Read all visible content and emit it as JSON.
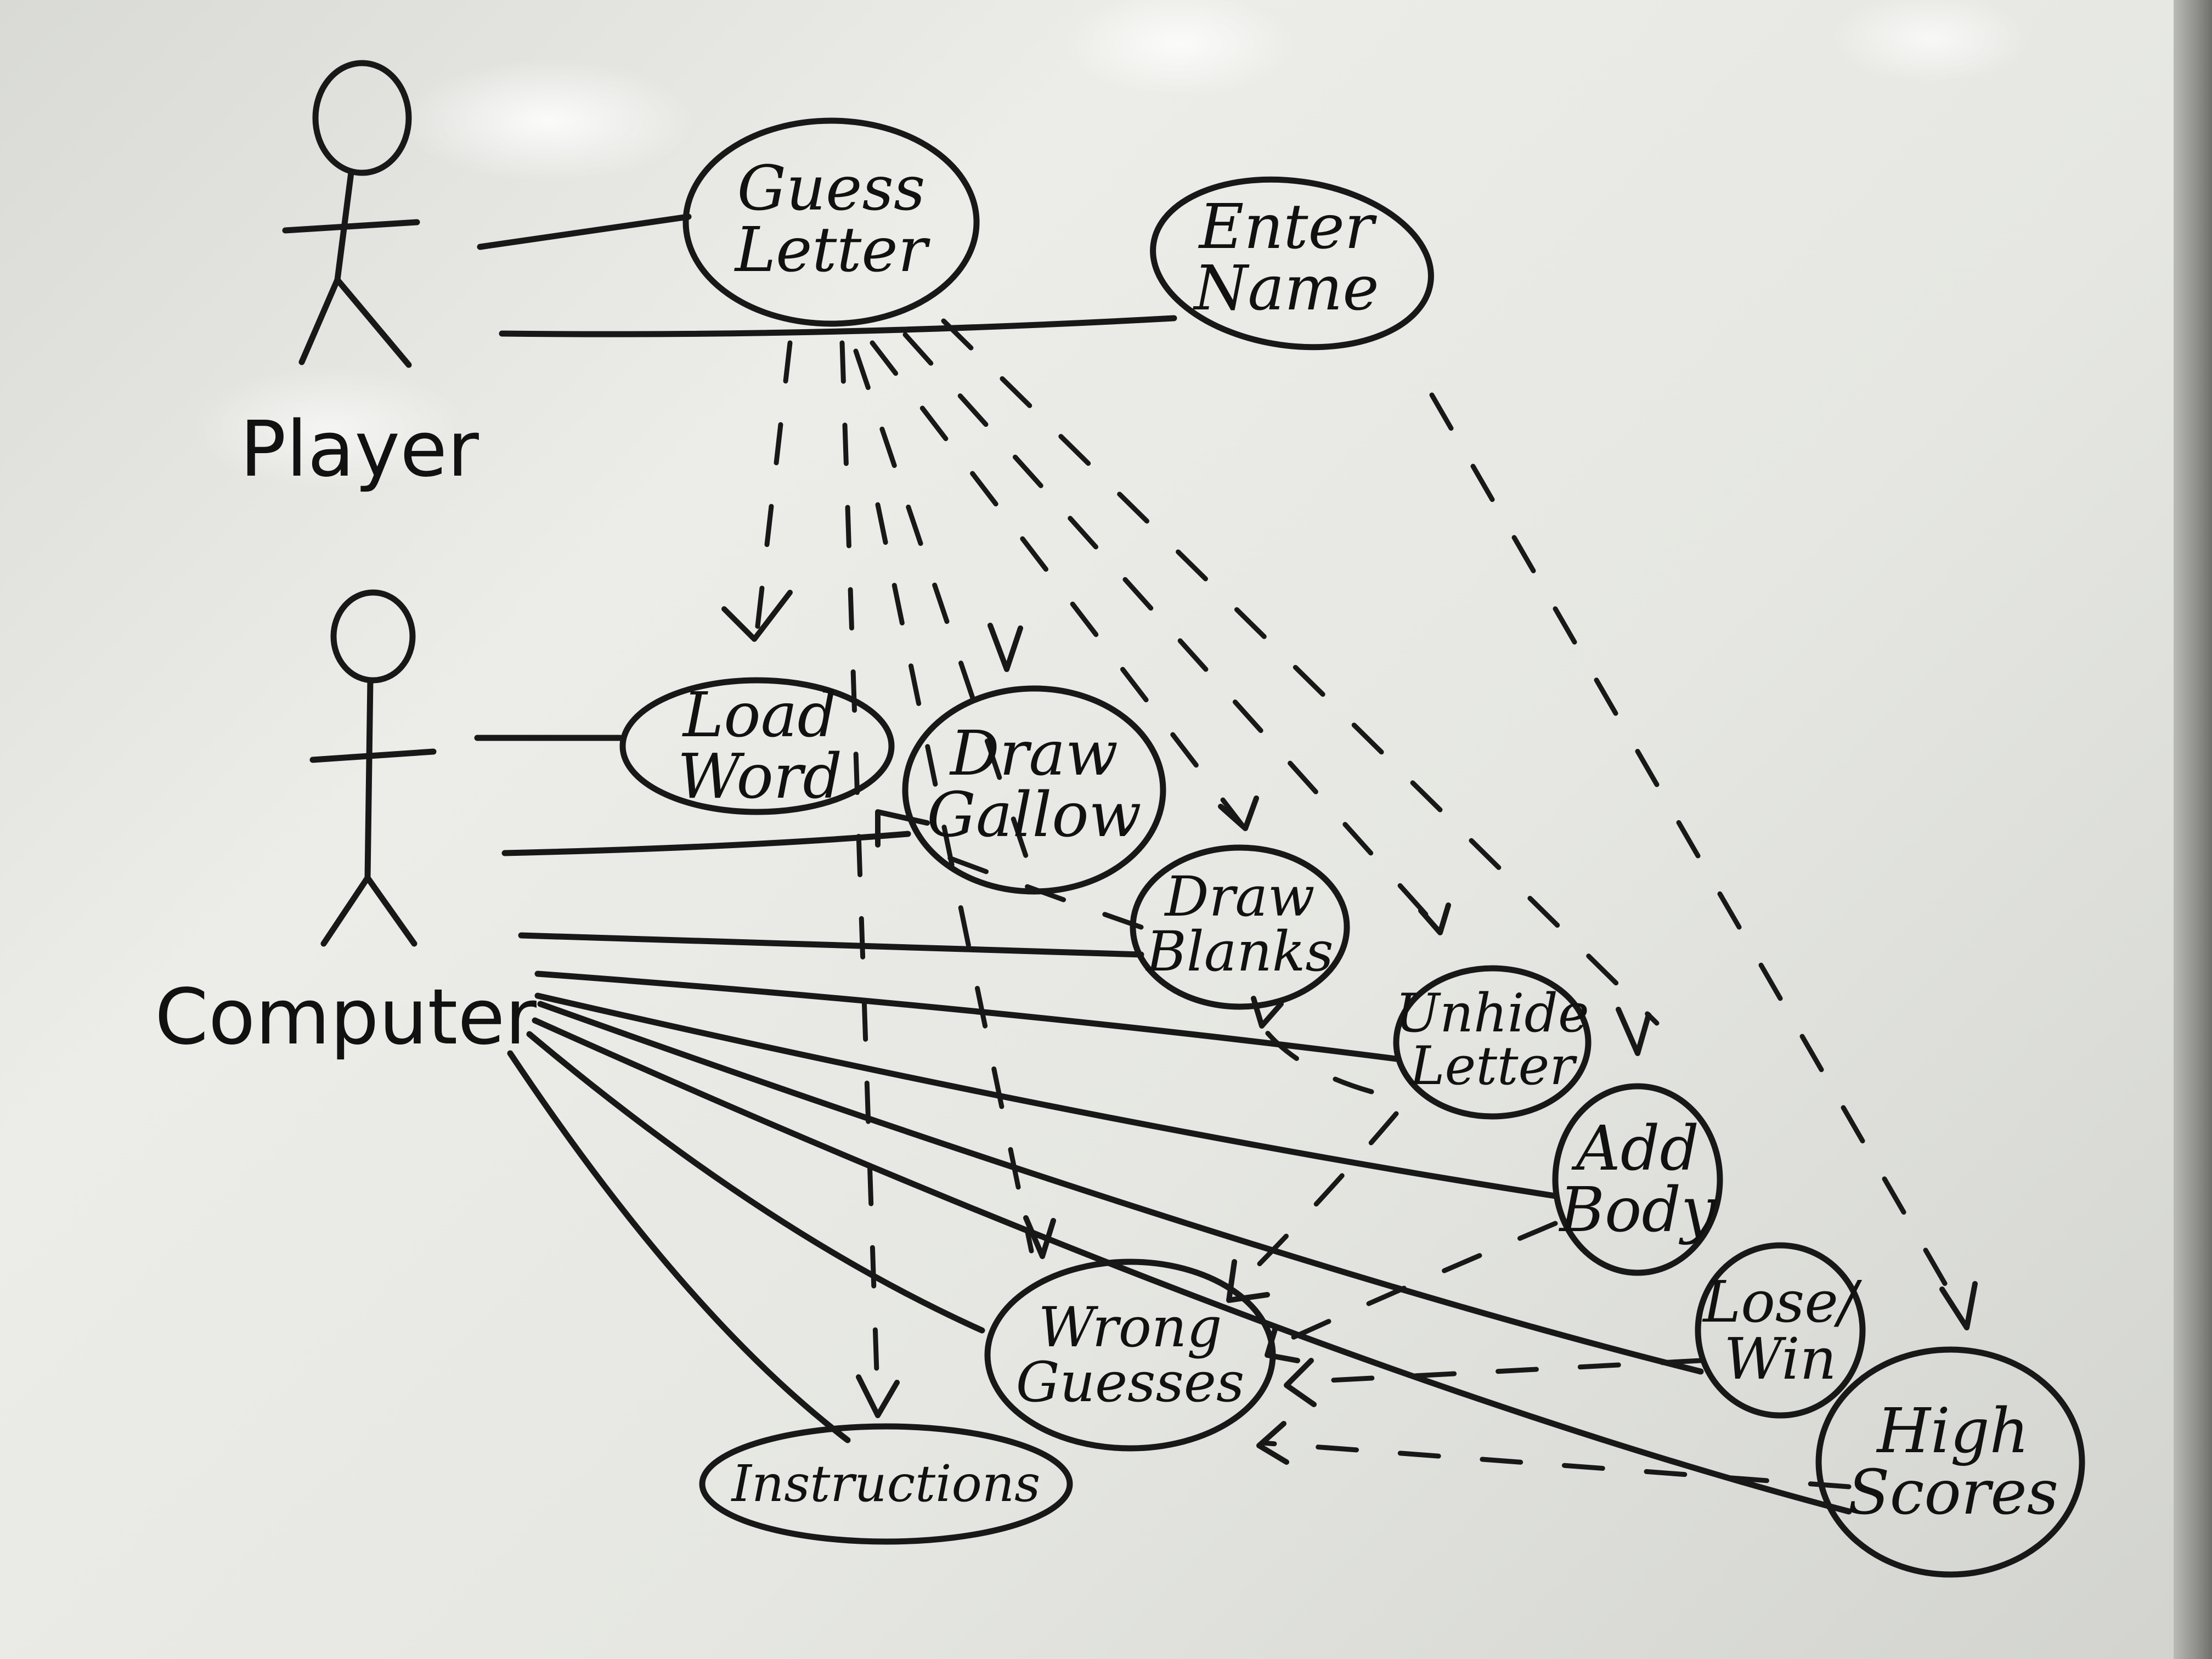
{
  "diagram": {
    "actors": {
      "player": "Player",
      "computer": "Computer"
    },
    "use_cases": {
      "guess_letter": "Guess\nLetter",
      "enter_name": "Enter\nName",
      "load_word": "Load\nWord",
      "draw_gallow": "Draw\nGallow",
      "draw_blanks": "Draw\nBlanks",
      "unhide_letter": "Unhide\nLetter",
      "add_body": "Add\nBody",
      "lose_win": "Lose/\nWin",
      "high_scores": "High\nScores",
      "wrong_guesses": "Wrong\nGuesses",
      "instructions": "Instructions"
    },
    "colors": {
      "marker": "#181818",
      "board": "#e6e7e2"
    }
  }
}
